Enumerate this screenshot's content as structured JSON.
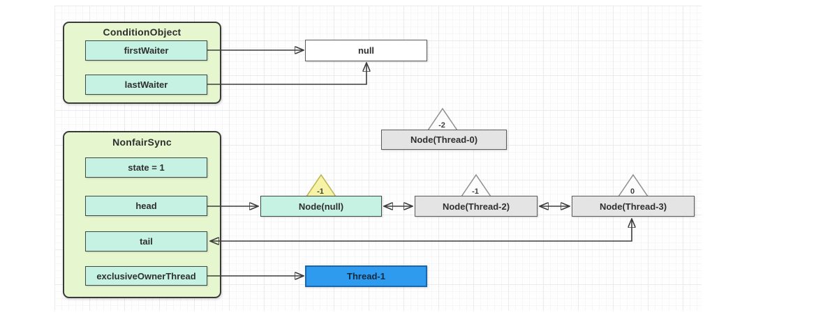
{
  "colors": {
    "container_fill": "#e6f7d0",
    "container_border": "#3a3a3a",
    "field_fill": "#c5f2e2",
    "node_gray_fill": "#e4e4e4",
    "null_fill": "#ffffff",
    "thread_fill": "#2f9bef",
    "thread_border": "#1a67ab",
    "triangle_white_fill": "#fcfcfc",
    "triangle_yellow_fill": "#f7f3a6",
    "triangle_yellow_border": "#b9b34f",
    "arrow": "#3c3c3c"
  },
  "condition_object": {
    "title": "ConditionObject",
    "fields": [
      "firstWaiter",
      "lastWaiter"
    ]
  },
  "nonfair_sync": {
    "title": "NonfairSync",
    "fields": [
      "state = 1",
      "head",
      "tail",
      "exclusiveOwnerThread"
    ]
  },
  "null_ref": {
    "label": "null"
  },
  "owner_thread": {
    "label": "Thread-1"
  },
  "nodes": [
    {
      "label": "Node(Thread-0)",
      "wait_status": "-2",
      "variant": "gray"
    },
    {
      "label": "Node(null)",
      "wait_status": "-1",
      "variant": "cyan"
    },
    {
      "label": "Node(Thread-2)",
      "wait_status": "-1",
      "variant": "gray"
    },
    {
      "label": "Node(Thread-3)",
      "wait_status": "0",
      "variant": "gray"
    }
  ],
  "edges": [
    {
      "from": "firstWaiter",
      "to": "null",
      "type": "arrow"
    },
    {
      "from": "lastWaiter",
      "to": "null",
      "type": "arrow"
    },
    {
      "from": "head",
      "to": "Node(null)",
      "type": "arrow"
    },
    {
      "from": "Node(null)",
      "to": "Node(Thread-2)",
      "type": "double-arrow"
    },
    {
      "from": "Node(Thread-2)",
      "to": "Node(Thread-3)",
      "type": "double-arrow"
    },
    {
      "from": "tail",
      "to": "Node(Thread-3)",
      "type": "double-arrow"
    },
    {
      "from": "exclusiveOwnerThread",
      "to": "Thread-1",
      "type": "arrow"
    }
  ]
}
